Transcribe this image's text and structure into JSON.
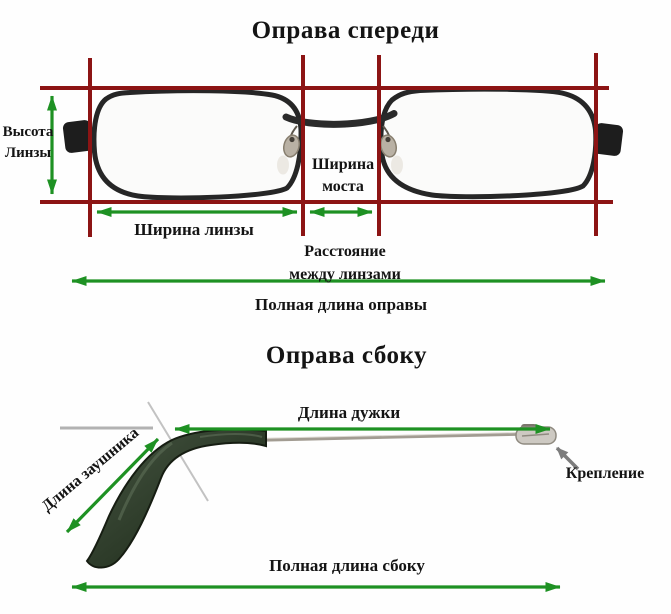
{
  "front": {
    "title": "Оправа спереди",
    "lens_height_l1": "Высота",
    "lens_height_l2": "Линзы",
    "bridge_width_l1": "Ширина",
    "bridge_width_l2": "моста",
    "lens_width": "Ширина линзы",
    "lens_distance_l1": "Расстояние",
    "lens_distance_l2": "между линзами",
    "full_length": "Полная длина оправы"
  },
  "side": {
    "title": "Оправа сбоку",
    "temple_length": "Длина дужки",
    "ear_piece_length": "Длина заушника",
    "mount": "Крепление",
    "full_length": "Полная длина сбоку"
  },
  "colors": {
    "measure_red": "#8c1414",
    "arrow_green": "#1e9123",
    "frame_black": "#262626",
    "temple_dark_green": "#2c3a28",
    "guide_gray": "#b2b2b2",
    "pointer_gray": "#7d7d7d"
  }
}
